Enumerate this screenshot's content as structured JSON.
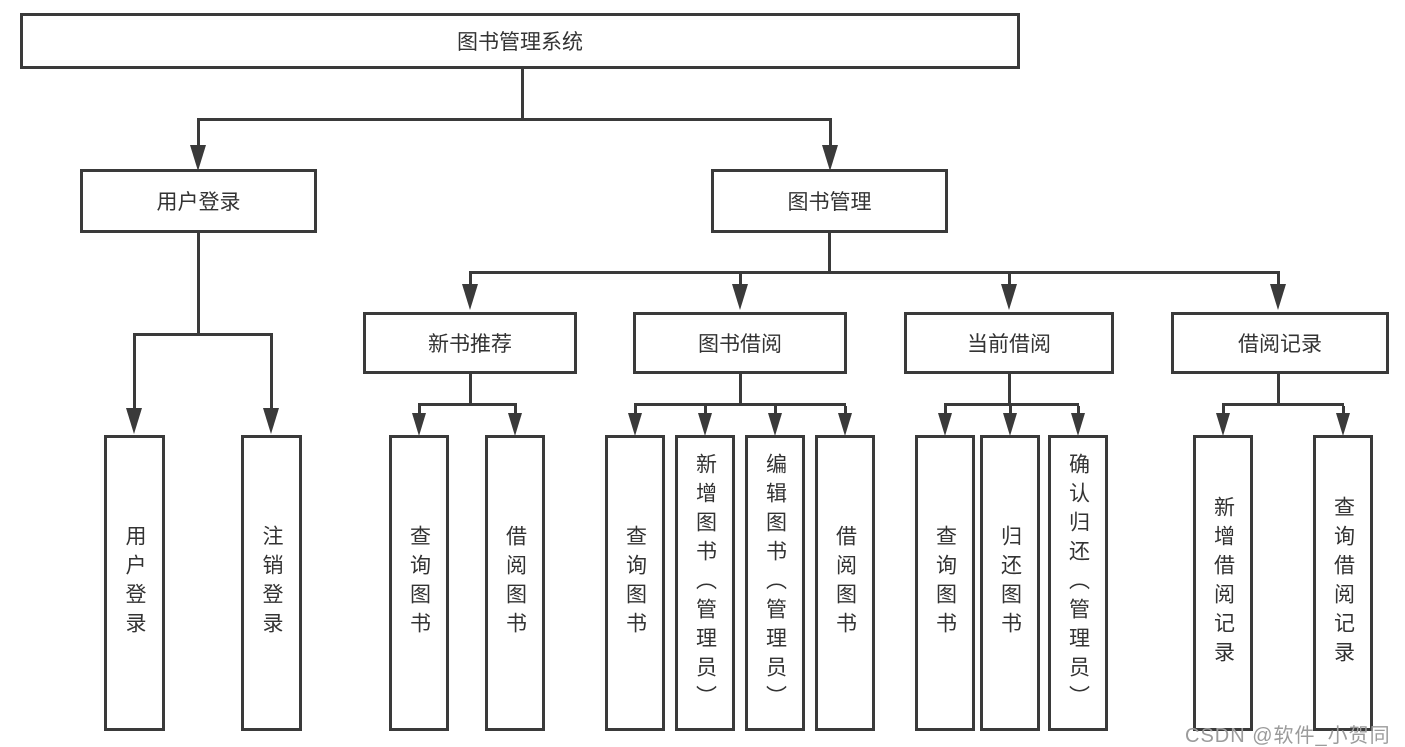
{
  "colors": {
    "line": "#3a3a3a",
    "text": "#333333",
    "watermark_gray": "#9b9b9b",
    "background": "#ffffff"
  },
  "diagram": {
    "root": {
      "label": "图书管理系统"
    },
    "branches": [
      {
        "label": "用户登录",
        "children": [
          {
            "label": "用户登录"
          },
          {
            "label": "注销登录"
          }
        ]
      },
      {
        "label": "图书管理",
        "groups": [
          {
            "label": "新书推荐",
            "children": [
              {
                "label": "查询图书"
              },
              {
                "label": "借阅图书"
              }
            ]
          },
          {
            "label": "图书借阅",
            "children": [
              {
                "label": "查询图书"
              },
              {
                "label": "新增图书（管理员）"
              },
              {
                "label": "编辑图书（管理员）"
              },
              {
                "label": "借阅图书"
              }
            ]
          },
          {
            "label": "当前借阅",
            "children": [
              {
                "label": "查询图书"
              },
              {
                "label": "归还图书"
              },
              {
                "label": "确认归还（管理员）"
              }
            ]
          },
          {
            "label": "借阅记录",
            "children": [
              {
                "label": "新增借阅记录"
              },
              {
                "label": "查询借阅记录"
              }
            ]
          }
        ]
      }
    ]
  },
  "watermark": {
    "text": "CSDN @软件_小贺同学"
  }
}
